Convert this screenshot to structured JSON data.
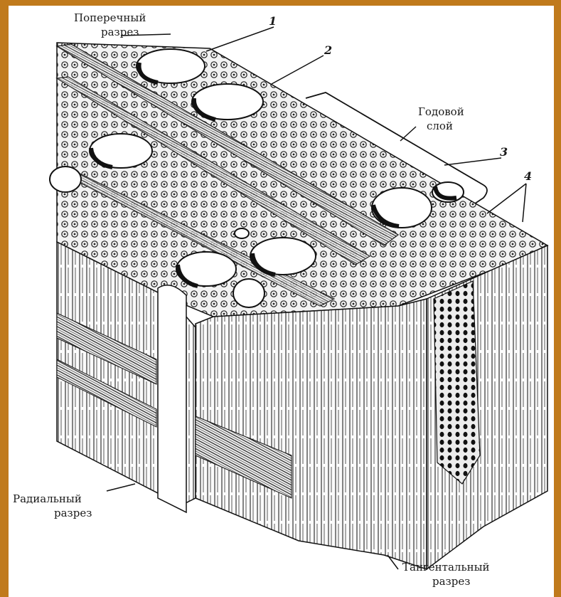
{
  "labels": {
    "cross_section_line1": "Поперечный",
    "cross_section_line2": "разрез",
    "annual_layer_line1": "Годовой",
    "annual_layer_line2": "слой",
    "radial_line1": "Радиальный",
    "radial_line2": "разрез",
    "tangential_line1": "Тангентальный",
    "tangential_line2": "разрез"
  },
  "numbers": [
    "1",
    "2",
    "3",
    "4"
  ],
  "colors": {
    "frame": "#c07a1c",
    "ink": "#1a1a1a",
    "paper": "#ffffff"
  }
}
